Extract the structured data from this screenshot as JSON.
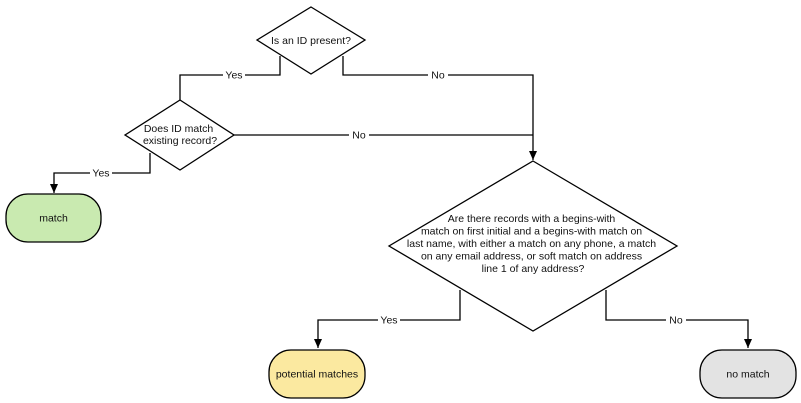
{
  "diagram": {
    "nodes": {
      "decision_id_present": {
        "shape": "decision",
        "lines": [
          "Is an ID present?"
        ]
      },
      "decision_id_match": {
        "shape": "decision",
        "lines": [
          "Does ID match",
          "existing record?"
        ]
      },
      "decision_records": {
        "shape": "decision",
        "lines": [
          "Are there records with a begins-with",
          "match on first initial and a begins-with match on",
          "last name, with either a match on any phone, a match",
          "on any email address, or soft match on address",
          "line 1 of any address?"
        ]
      },
      "terminal_match": {
        "shape": "terminal",
        "label": "match",
        "fill": "#c9eab0"
      },
      "terminal_potential_matches": {
        "shape": "terminal",
        "label": "potential matches",
        "fill": "#fbe9a0"
      },
      "terminal_no_match": {
        "shape": "terminal",
        "label": "no match",
        "fill": "#e3e3e3"
      }
    },
    "edges": {
      "id_present_yes": {
        "from": "decision_id_present",
        "to": "decision_id_match",
        "label": "Yes"
      },
      "id_present_no": {
        "from": "decision_id_present",
        "to": "decision_records",
        "label": "No"
      },
      "id_match_yes": {
        "from": "decision_id_match",
        "to": "terminal_match",
        "label": "Yes"
      },
      "id_match_no": {
        "from": "decision_id_match",
        "to": "decision_records",
        "label": "No"
      },
      "records_yes": {
        "from": "decision_records",
        "to": "terminal_potential_matches",
        "label": "Yes"
      },
      "records_no": {
        "from": "decision_records",
        "to": "terminal_no_match",
        "label": "No"
      }
    },
    "colors": {
      "stroke": "#000000",
      "decision_fill": "#ffffff",
      "text": "#111111"
    }
  }
}
